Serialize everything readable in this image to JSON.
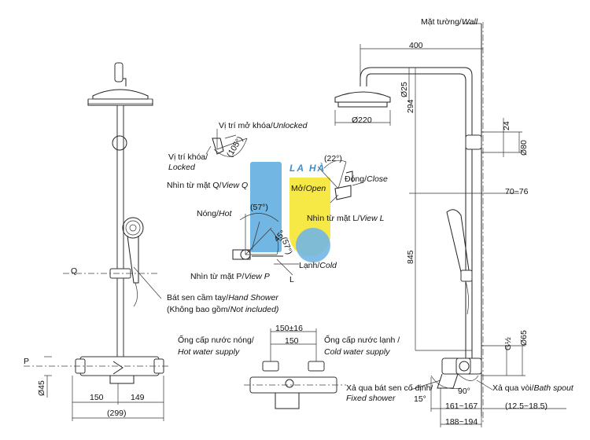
{
  "labels": {
    "wall": "Mặt tường/",
    "wall_en": "Wall",
    "unlocked": "Vị trí mở khóa/",
    "unlocked_en": "Unlocked",
    "locked": "Vị trí khóa/",
    "locked_en": "Locked",
    "view_q": "Nhìn từ mặt Q/",
    "view_q_en": "View Q",
    "view_l": "Nhìn từ mặt L/",
    "view_l_en": "View L",
    "view_p": "Nhìn từ mặt P/",
    "view_p_en": "View P",
    "open": "Mở/",
    "open_en": "Open",
    "close": "Đóng/",
    "close_en": "Close",
    "hot": "Nóng/",
    "hot_en": "Hot",
    "cold": "Lạnh/",
    "cold_en": "Cold",
    "hand_shower": "Bát sen cầm tay/",
    "hand_shower_en": "Hand Shower",
    "not_included": "(Không bao gồm/",
    "not_included_en": "Not included)",
    "hot_supply": "Ống cấp nước nóng/",
    "hot_supply_en": "Hot water supply",
    "cold_supply": "Ống cấp nước lạnh /",
    "cold_supply_en": "Cold water supply",
    "fixed_shower": "Xả qua bát sen cố định/",
    "fixed_shower_en": "Fixed shower",
    "bath_spout": "Xả qua vòi/",
    "bath_spout_en": "Bath spout",
    "q": "Q",
    "p": "P",
    "l": "L"
  },
  "dimensions": {
    "d400": "400",
    "d25": "Ø25",
    "d294": "294",
    "d220": "Ø220",
    "d24": "24",
    "d80": "Ø80",
    "d70_76": "70~76",
    "d845": "845",
    "d65": "Ø65",
    "g12": "G½",
    "d90": "90°",
    "d15": "15°",
    "d161_167": "161~167",
    "d12_5": "(12.5~18.5)",
    "d188_194": "188~194",
    "d150_16": "150±16",
    "d150b": "150",
    "d45": "Ø45",
    "d150": "150",
    "d149": "149",
    "d299": "(299)",
    "a105": "(105°)",
    "a22": "(22°)",
    "a57a": "(57°)",
    "a57b": "(57°)",
    "a45": "45°"
  },
  "watermark": {
    "text": "LA HÀ",
    "colors": {
      "blue": "#5aaae0",
      "yellow": "#f3e000",
      "text": "#3b8fd0"
    }
  }
}
